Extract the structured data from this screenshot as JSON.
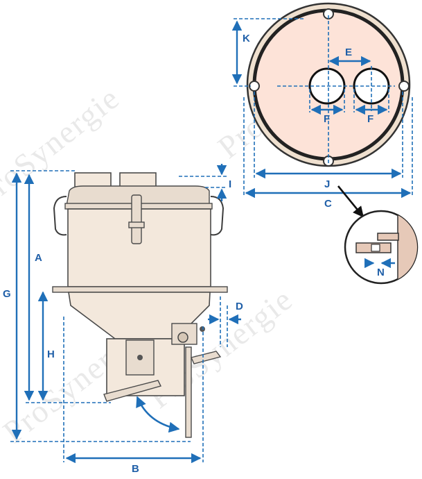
{
  "watermark": {
    "text": "ProSynergie"
  },
  "colors": {
    "dimension": "#1f6fb8",
    "hopper_fill": "#f3e8dc",
    "top_disc": "#fde3d8",
    "ring": "#efe0cf",
    "outline": "#3c3c3c"
  },
  "dimensions": {
    "A": "A",
    "B": "B",
    "C": "C",
    "D": "D",
    "E": "E",
    "F1": "F",
    "F2": "F",
    "G": "G",
    "H": "H",
    "I": "I",
    "J": "J",
    "K": "K",
    "N": "N"
  },
  "icons": [
    "rotation-arrow-icon",
    "detail-pointer-arrow-icon"
  ]
}
